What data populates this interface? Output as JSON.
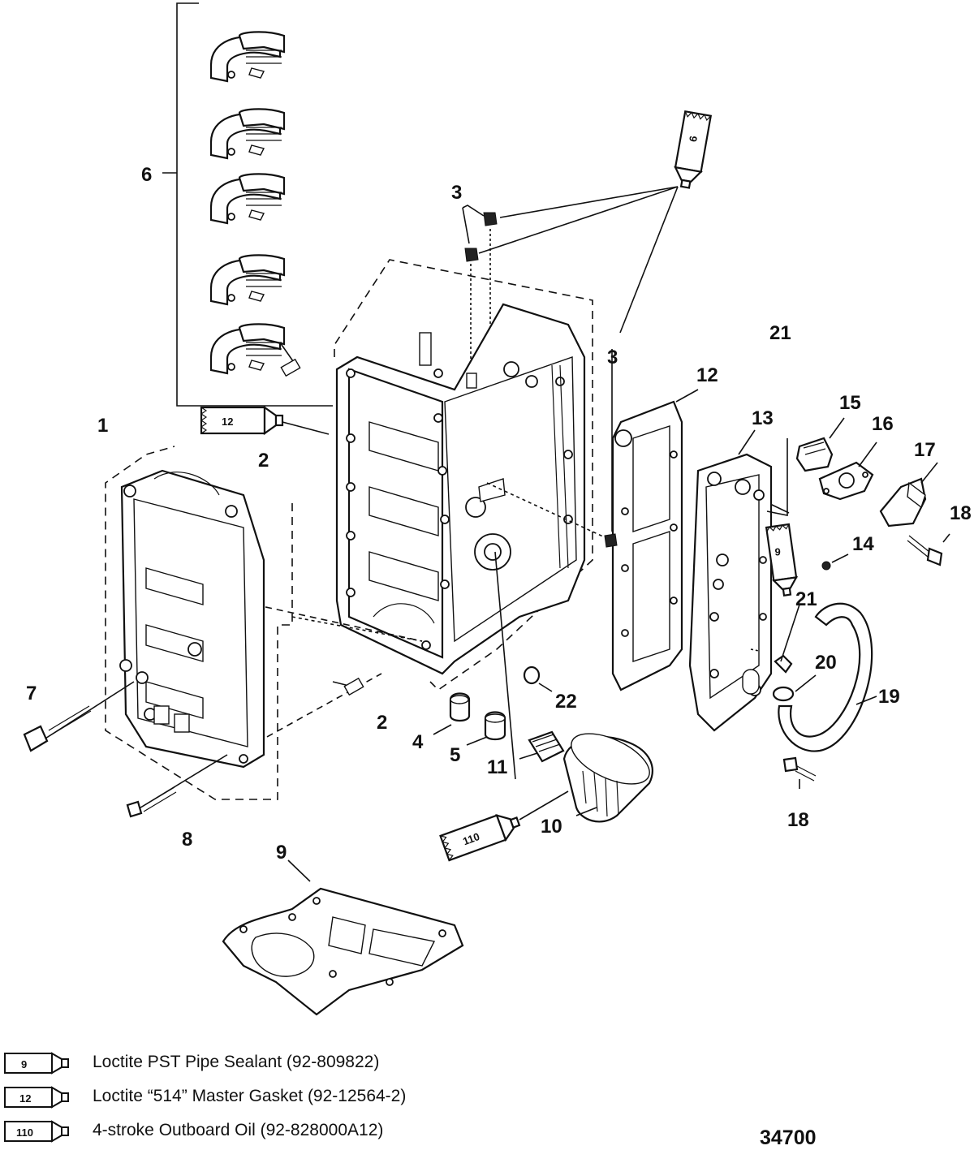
{
  "callouts": {
    "c1": "1",
    "c2a": "2",
    "c2b": "2",
    "c3a": "3",
    "c3b": "3",
    "c4": "4",
    "c5": "5",
    "c6": "6",
    "c7": "7",
    "c8": "8",
    "c9": "9",
    "c10": "10",
    "c11": "11",
    "c12": "12",
    "c13": "13",
    "c14": "14",
    "c15": "15",
    "c16": "16",
    "c17": "17",
    "c18a": "18",
    "c18b": "18",
    "c19": "19",
    "c20": "20",
    "c21a": "21",
    "c21b": "21",
    "c22": "22"
  },
  "tubes": {
    "t9_top": "9",
    "t9_right": "9",
    "t12": "12",
    "t110": "110"
  },
  "legend": {
    "items": [
      {
        "code": "9",
        "text": "Loctite PST Pipe Sealant (92-809822)"
      },
      {
        "code": "12",
        "text": "Loctite “514” Master Gasket (92-12564-2)"
      },
      {
        "code": "110",
        "text": "4-stroke Outboard Oil (92-828000A12)"
      }
    ]
  },
  "figure_number": "34700"
}
